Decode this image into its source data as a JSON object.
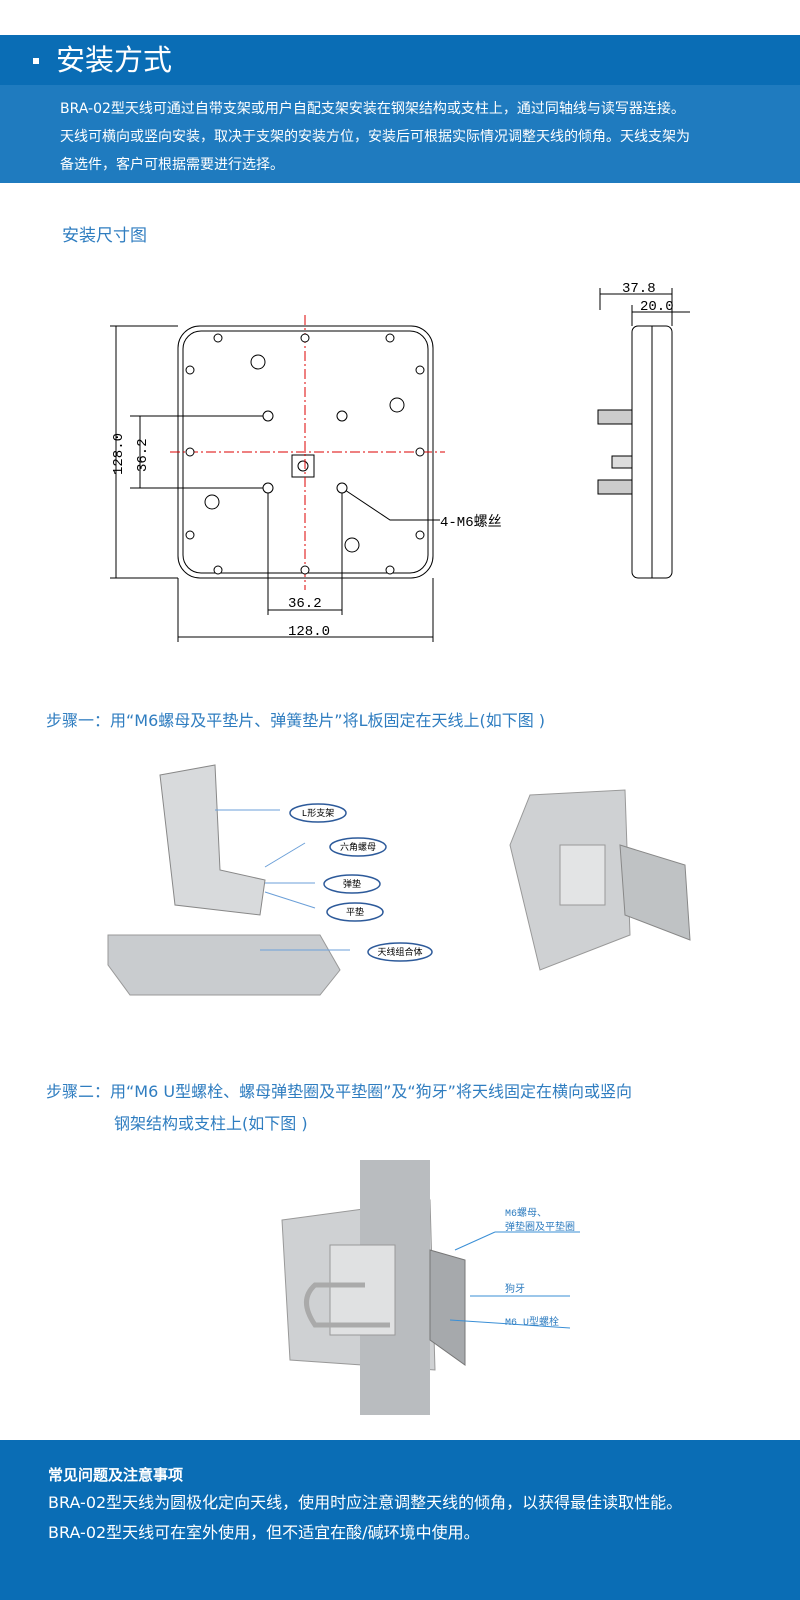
{
  "header": {
    "title": "安装方式"
  },
  "description": [
    "BRA-02型天线可通过自带支架或用户自配支架安装在钢架结构或支柱上，通过同轴线与读写器连接。",
    "天线可横向或竖向安装，取决于支架的安装方位，安装后可根据实际情况调整天线的倾角。天线支架为",
    "备选件，客户可根据需要进行选择。"
  ],
  "dimension_section": {
    "title": "安装尺寸图",
    "dims": {
      "width": "128.0",
      "height": "128.0",
      "hole_h": "36.2",
      "hole_v": "36.2",
      "depth_total": "37.8",
      "depth_body": "20.0",
      "screw": "4-M6螺丝"
    }
  },
  "step1": {
    "text": "步骤一：用“M6螺母及平垫片、弹簧垫片”将L板固定在天线上(如下图 )",
    "callouts": [
      "L形支架",
      "六角螺母",
      "弹垫",
      "平垫",
      "天线组合体"
    ]
  },
  "step2": {
    "line1": "步骤二：用“M6 U型螺栓、螺母弹垫圈及平垫圈”及“狗牙”将天线固定在横向或竖向",
    "line2": "钢架结构或支柱上(如下图 )",
    "callouts": [
      "M6螺母、",
      "弹垫圈及平垫圈",
      "狗牙",
      "M6 U型螺栓"
    ]
  },
  "footer": {
    "title": "常见问题及注意事项",
    "lines": [
      "BRA-02型天线为圆极化定向天线，使用时应注意调整天线的倾角，以获得最佳读取性能。",
      "BRA-02型天线可在室外使用，但不适宜在酸/碱环境中使用。"
    ]
  },
  "colors": {
    "header": "#0a6db5",
    "band": "#1f7bbf",
    "accent": "#2f7dc0"
  }
}
